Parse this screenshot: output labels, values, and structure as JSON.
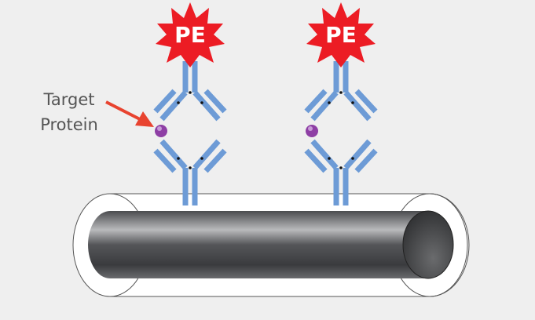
{
  "labels": {
    "target_line1": "Target",
    "target_line2": "Protein",
    "fluorophore": "PE"
  },
  "colors": {
    "background": "#efefef",
    "antibody": "#6d9bd6",
    "star": "#ec1c24",
    "arrow": "#e8432f",
    "protein": "#8e3fa5",
    "rod": "#3e3f42"
  }
}
